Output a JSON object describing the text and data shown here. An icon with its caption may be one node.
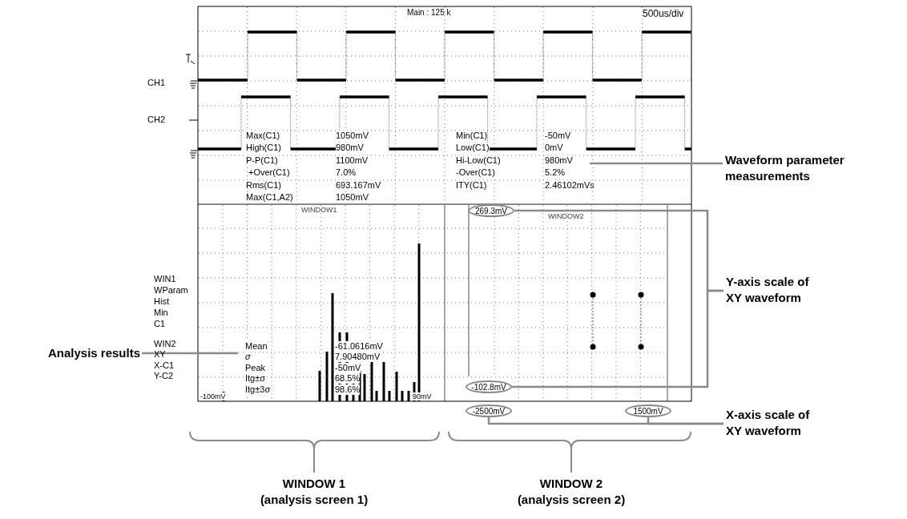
{
  "diagram": {
    "nodes": [
      {
        "text": [
          "Waveform parameter measurements"
        ]
      },
      {
        "text": [
          "Y-axis scale of XY waveform"
        ]
      },
      {
        "text": [
          "X-axis scale of XY waveform"
        ]
      },
      {
        "text": [
          "Analysis results"
        ]
      },
      {
        "text": [
          "269.3mV"
        ]
      },
      {
        "text": [
          "-102.8mV"
        ]
      },
      {
        "text": [
          "-2500mV"
        ]
      },
      {
        "text": [
          "1500mV"
        ]
      }
    ],
    "edges": [
      {
        "from": 0,
        "to": null,
        "arrow": "none"
      },
      {
        "from": 1,
        "to": 4,
        "arrow": "none"
      },
      {
        "from": 1,
        "to": 5,
        "arrow": "none"
      },
      {
        "from": 2,
        "to": 6,
        "arrow": "none"
      },
      {
        "from": 2,
        "to": 7,
        "arrow": "none"
      },
      {
        "from": 3,
        "to": null,
        "arrow": "none"
      }
    ],
    "labels": [
      "Main : 125 k",
      "500us/div",
      "CH1",
      "CH2",
      "Max(C1)",
      "1050mV",
      "Min(C1)",
      "-50mV",
      "High(C1)",
      "980mV",
      "Low(C1)",
      "0mV",
      "P-P(C1)",
      "1100mV",
      "Hi-Low(C1)",
      "980mV",
      "+Over(C1)",
      "7.0%",
      "-Over(C1)",
      "5.2%",
      "Rms(C1)",
      "693.167mV",
      "ITY(C1)",
      "2.46102mVs",
      "Max(C1,A2)",
      "1050mV",
      "WINDOW1",
      "WINDOW2",
      "WIN1",
      "WParam",
      "Hist",
      "Min",
      "C1",
      "WIN2",
      "XY",
      "X-C1",
      "Y-C2",
      "Mean",
      "-61.0616mV",
      "σ",
      "7.90480mV",
      "Peak",
      "-50mV",
      "Itg±σ",
      "68.5%",
      "Itg±3σ",
      "98.6%",
      "-100mV",
      "90mV",
      "WINDOW 1 (analysis screen 1)",
      "WINDOW 2 (analysis screen 2)"
    ]
  }
}
